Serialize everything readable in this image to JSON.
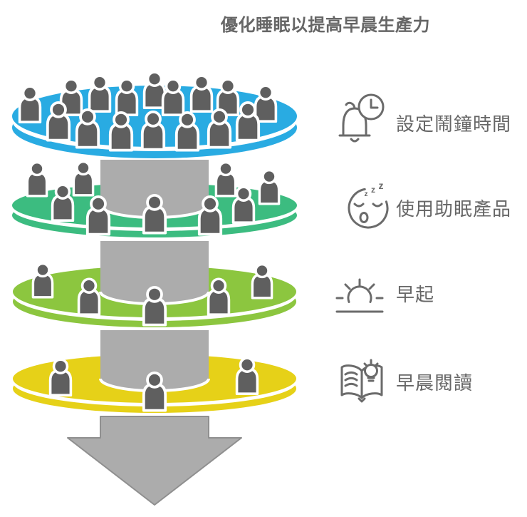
{
  "title": "優化睡眠以提高早晨生產力",
  "colors": {
    "text": "#666666",
    "icon_stroke": "#6B6B6B",
    "arrow": "#ACACAC",
    "arrow_stroke": "#8F8F8F",
    "person": "#5F5F5F",
    "background": "#FFFFFF"
  },
  "funnel": {
    "layers": [
      {
        "name": "layer-1",
        "color": "#29ABE2",
        "people_count": 16
      },
      {
        "name": "layer-2",
        "color": "#3CBC80",
        "people_count": 9
      },
      {
        "name": "layer-3",
        "color": "#8CC63F",
        "people_count": 5
      },
      {
        "name": "layer-4",
        "color": "#E6D118",
        "people_count": 3
      }
    ],
    "direction": "down"
  },
  "steps": [
    {
      "label": "設定鬧鐘時間",
      "icon": "alarm-bell-clock-icon"
    },
    {
      "label": "使用助眠產品",
      "icon": "sleeping-face-icon",
      "zzz": [
        "z",
        "z",
        "z"
      ]
    },
    {
      "label": "早起",
      "icon": "sunrise-icon"
    },
    {
      "label": "早晨閱讀",
      "icon": "book-lightbulb-icon"
    }
  ]
}
